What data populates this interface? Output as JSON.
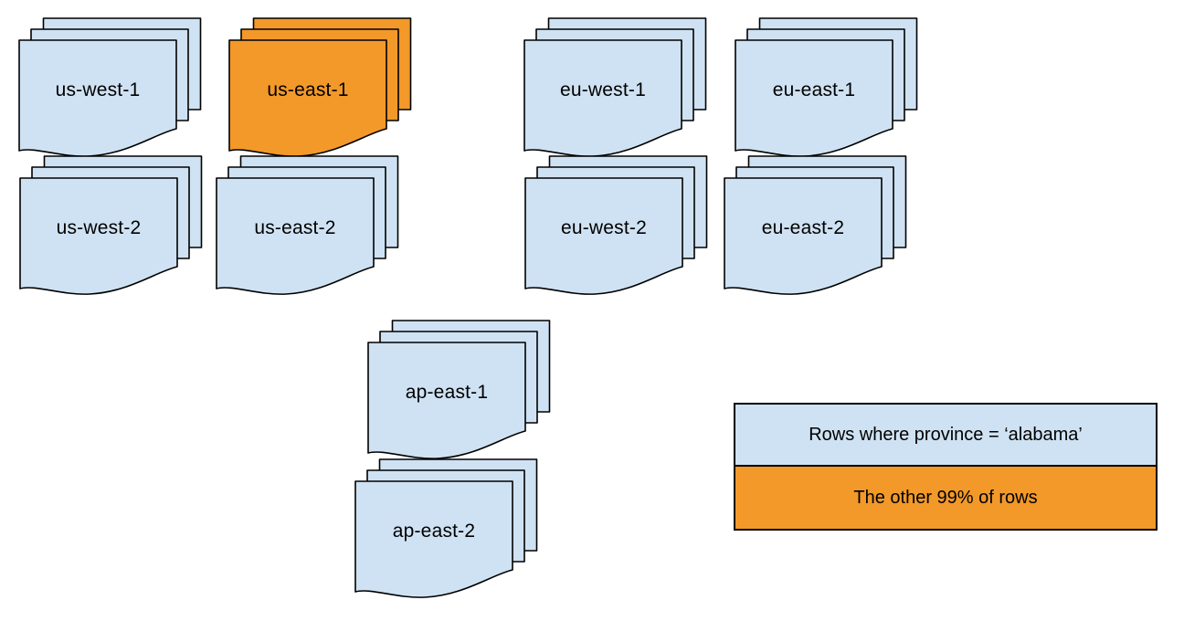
{
  "diagram": {
    "colors": {
      "region_fill": "#cfe2f3",
      "highlight_fill": "#f2992a",
      "stroke": "#000000",
      "text": "#000000"
    },
    "stacks": [
      {
        "label": "us-west-1",
        "highlighted": false
      },
      {
        "label": "us-east-1",
        "highlighted": true
      },
      {
        "label": "eu-west-1",
        "highlighted": false
      },
      {
        "label": "eu-east-1",
        "highlighted": false
      },
      {
        "label": "us-west-2",
        "highlighted": false
      },
      {
        "label": "us-east-2",
        "highlighted": false
      },
      {
        "label": "eu-west-2",
        "highlighted": false
      },
      {
        "label": "eu-east-2",
        "highlighted": false
      },
      {
        "label": "ap-east-1",
        "highlighted": false
      },
      {
        "label": "ap-east-2",
        "highlighted": false
      }
    ],
    "legend": {
      "items": [
        {
          "label": "Rows where province = ‘alabama’",
          "variant": "default"
        },
        {
          "label": "The other 99% of rows",
          "variant": "highlight"
        }
      ]
    }
  }
}
